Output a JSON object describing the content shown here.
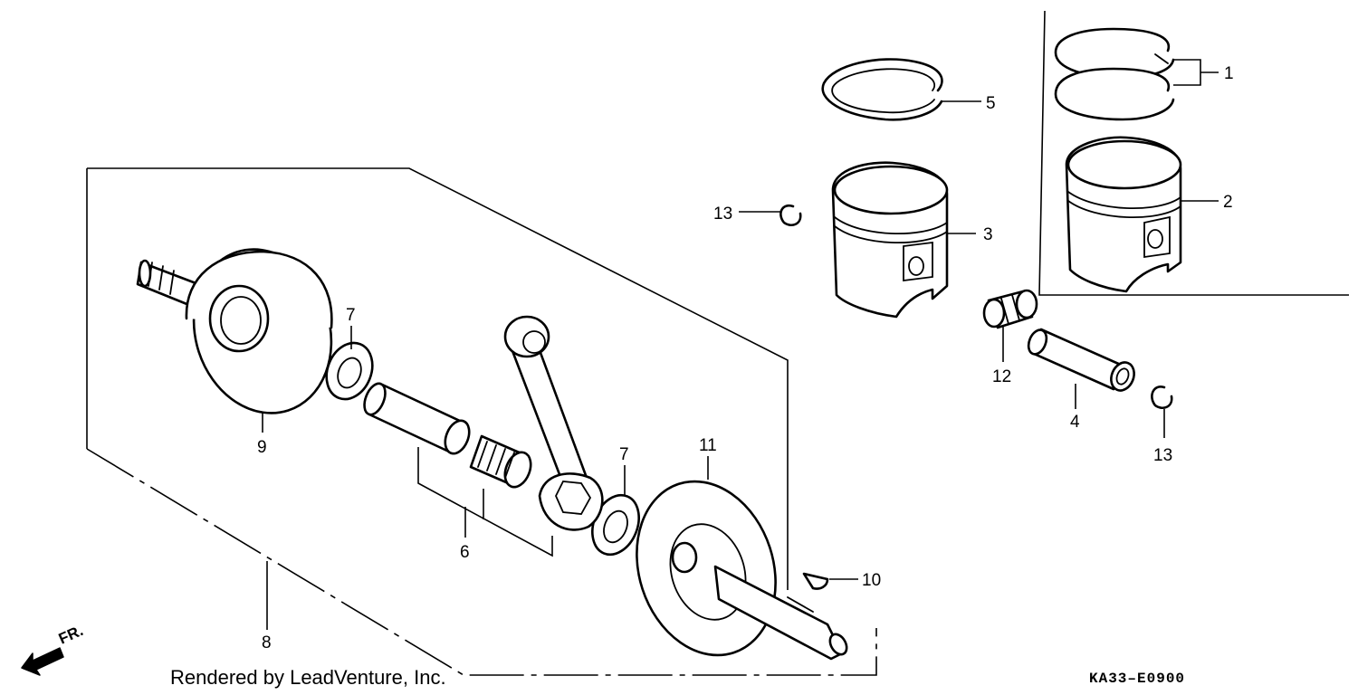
{
  "callouts": {
    "c1": "1",
    "c2": "2",
    "c3": "3",
    "c4": "4",
    "c5": "5",
    "c6": "6",
    "c7a": "7",
    "c7b": "7",
    "c8": "8",
    "c9": "9",
    "c10": "10",
    "c11": "11",
    "c12": "12",
    "c13a": "13",
    "c13b": "13"
  },
  "front_indicator": {
    "label": "FR.",
    "icon": "arrow-front-icon"
  },
  "footer": {
    "credit": "Rendered by LeadVenture, Inc.",
    "diagram_code": "KA33–E0900"
  },
  "colors": {
    "ink": "#000000",
    "paper": "#ffffff"
  }
}
